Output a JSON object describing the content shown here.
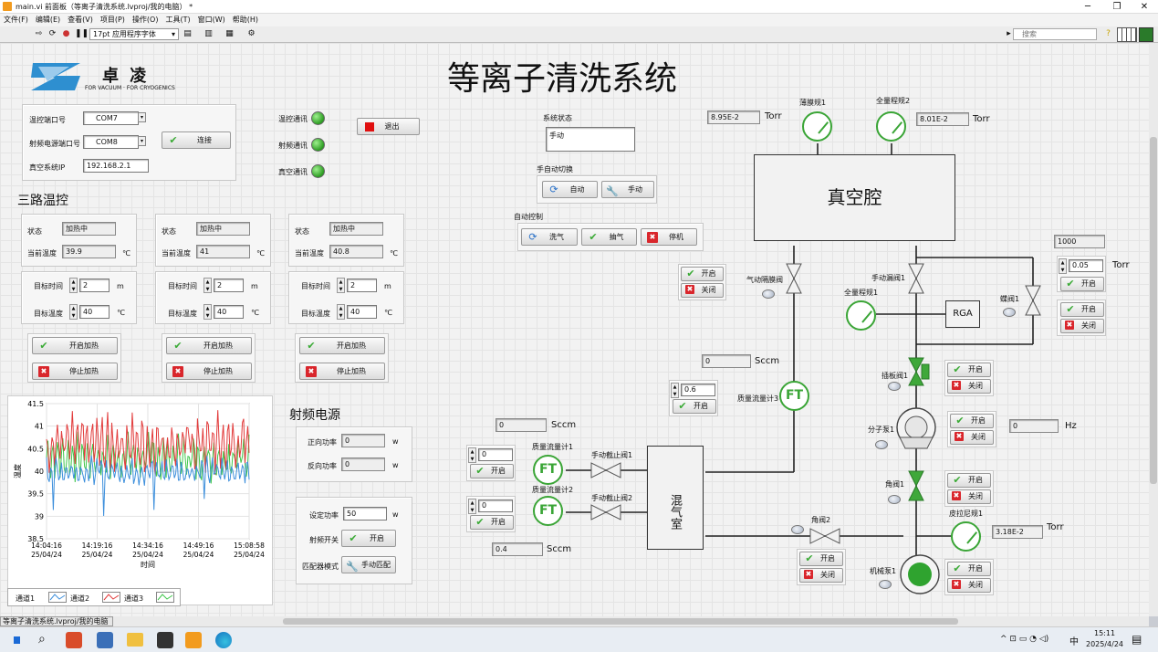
{
  "window": {
    "title": "main.vi 前面板（等离子清洗系统.lvproj/我的电脑）  *"
  },
  "menu": [
    "文件(F)",
    "编辑(E)",
    "查看(V)",
    "项目(P)",
    "操作(O)",
    "工具(T)",
    "窗口(W)",
    "帮助(H)"
  ],
  "toolbar": {
    "font": "17pt 应用程序字体",
    "search_placeholder": "搜索"
  },
  "logo": {
    "name": "卓 凌",
    "tagline": "FOR VACUUM · FOR CRYOGENICS"
  },
  "page_title": "等离子清洗系统",
  "connection": {
    "temp_port_label": "温控端口号",
    "temp_port": "COM7",
    "rf_port_label": "射频电源端口号",
    "rf_port": "COM8",
    "ip_label": "真空系统IP",
    "ip": "192.168.2.1",
    "connect": "连接"
  },
  "comm": {
    "temp": "温控通讯",
    "rf": "射频通讯",
    "vac": "真空通讯"
  },
  "exit": "退出",
  "temp_section": {
    "title": "三路温控",
    "status_label": "状态",
    "current_label": "当前温度",
    "unit_c": "℃",
    "time_label": "目标时间",
    "unit_m": "m",
    "target_label": "目标温度",
    "start": "开启加热",
    "stop": "停止加热",
    "channels": [
      {
        "status": "加热中",
        "current": "39.9",
        "time": "2",
        "target": "40"
      },
      {
        "status": "加热中",
        "current": "41",
        "time": "2",
        "target": "40"
      },
      {
        "status": "加热中",
        "current": "40.8",
        "time": "2",
        "target": "40"
      }
    ]
  },
  "chart_data": {
    "type": "line",
    "xlabel": "时间",
    "ylabel": "温度",
    "ylim": [
      38.5,
      41.5
    ],
    "yticks": [
      "41.5",
      "41",
      "40.5",
      "40",
      "39.5",
      "39",
      "38.5"
    ],
    "xticks": [
      {
        "time": "14:04:16",
        "date": "25/04/24"
      },
      {
        "time": "14:19:16",
        "date": "25/04/24"
      },
      {
        "time": "14:34:16",
        "date": "25/04/24"
      },
      {
        "time": "14:49:16",
        "date": "25/04/24"
      },
      {
        "time": "15:08:58",
        "date": "25/04/24"
      }
    ],
    "series": [
      {
        "name": "通道1",
        "color": "#3d8fdc",
        "center": 40.0,
        "amp": 0.3
      },
      {
        "name": "通道2",
        "color": "#e23b3b",
        "center": 40.6,
        "amp": 0.65
      },
      {
        "name": "通道3",
        "color": "#3fc74a",
        "center": 40.3,
        "amp": 0.5
      }
    ]
  },
  "rf": {
    "title": "射频电源",
    "forward_label": "正向功率",
    "forward": "0",
    "reverse_label": "反向功率",
    "reverse": "0",
    "unit_w": "w",
    "set_label": "设定功率",
    "set": "50",
    "switch_label": "射频开关",
    "switch": "开启",
    "match_label": "匹配器模式",
    "match": "手动匹配"
  },
  "system": {
    "status_label": "系统状态",
    "status": "手动",
    "mode_label": "手自动切换",
    "auto": "自动",
    "manual": "手动",
    "auto_ctrl_label": "自动控制",
    "purge": "洗气",
    "pump": "抽气",
    "halt": "停机"
  },
  "schematic": {
    "open": "开启",
    "close": "关闭",
    "film_gauge_label": "薄膜规1",
    "film_value": "8.95E-2",
    "full_gauge2_label": "全量程规2",
    "full2_value": "8.01E-2",
    "torr": "Torr",
    "sccm": "Sccm",
    "hz": "Hz",
    "chamber": "真空腔",
    "pneumatic_valve": "气动隔膜阀",
    "manual_leak": "手动漏阀1",
    "full_gauge1_label": "全量程规1",
    "rga": "RGA",
    "butterfly": "蝶阀1",
    "butterfly_setpoint": "1000",
    "butterfly_value": "0.05",
    "flow3_label": "质量流量计3",
    "flow3_reading": "0",
    "flow3_set": "0.6",
    "gate_valve": "插板阀1",
    "mol_pump": "分子泵1",
    "mol_freq": "0",
    "angle_valve": "角阀1",
    "pirani": "皮拉尼规1",
    "pirani_value": "3.18E-2",
    "angle_valve2": "角阀2",
    "mech_pump": "机械泵1",
    "mix_chamber": "混气室",
    "flow1_label": "质量流量计1",
    "flow1_reading": "0",
    "flow1_set": "0",
    "flow2_label": "质量流量计2",
    "flow2_reading": "0.4",
    "flow2_set": "0",
    "hand_valve1": "手动截止阀1",
    "hand_valve2": "手动截止阀2",
    "ft": "FT"
  },
  "statusbar": "等离子清洗系统.lvproj/我的电脑",
  "taskbar": {
    "time": "15:11",
    "date": "2025/4/24",
    "ime": "中"
  }
}
